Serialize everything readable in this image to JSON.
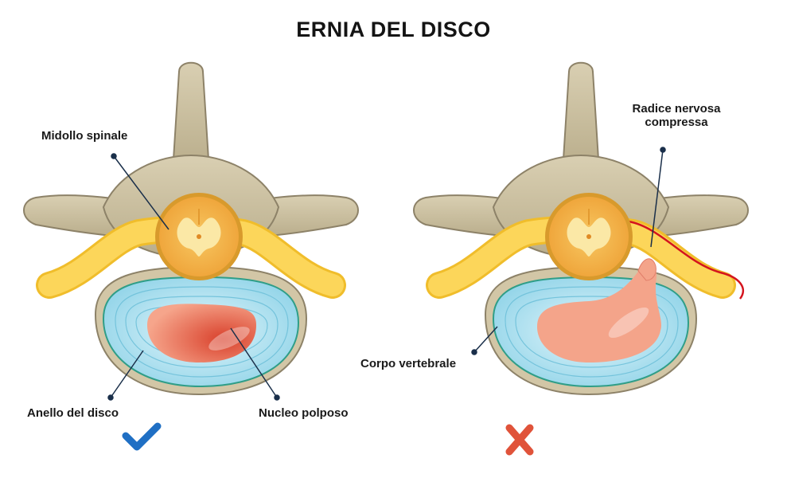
{
  "title": "ERNIA DEL DISCO",
  "labels": {
    "spinal_cord": "Midollo spinale",
    "annulus": "Anello del disco",
    "nucleus": "Nucleo polposo",
    "compressed_root_line1": "Radice nervosa",
    "compressed_root_line2": "compressa",
    "vertebral_body": "Corpo vertebrale"
  },
  "status": {
    "healthy_mark": "check-icon",
    "herniated_mark": "cross-icon"
  },
  "colors": {
    "bone": "#cfc3a3",
    "bone_outline": "#8d8268",
    "nerve": "#fcd24e",
    "cord": "#f2a93b",
    "disc": "#aee3f1",
    "nucleus": "#e8634e",
    "nucleus_herniated": "#f4a48a",
    "compression": "#d4141e",
    "check": "#1f6fc4",
    "cross": "#e0533a"
  }
}
